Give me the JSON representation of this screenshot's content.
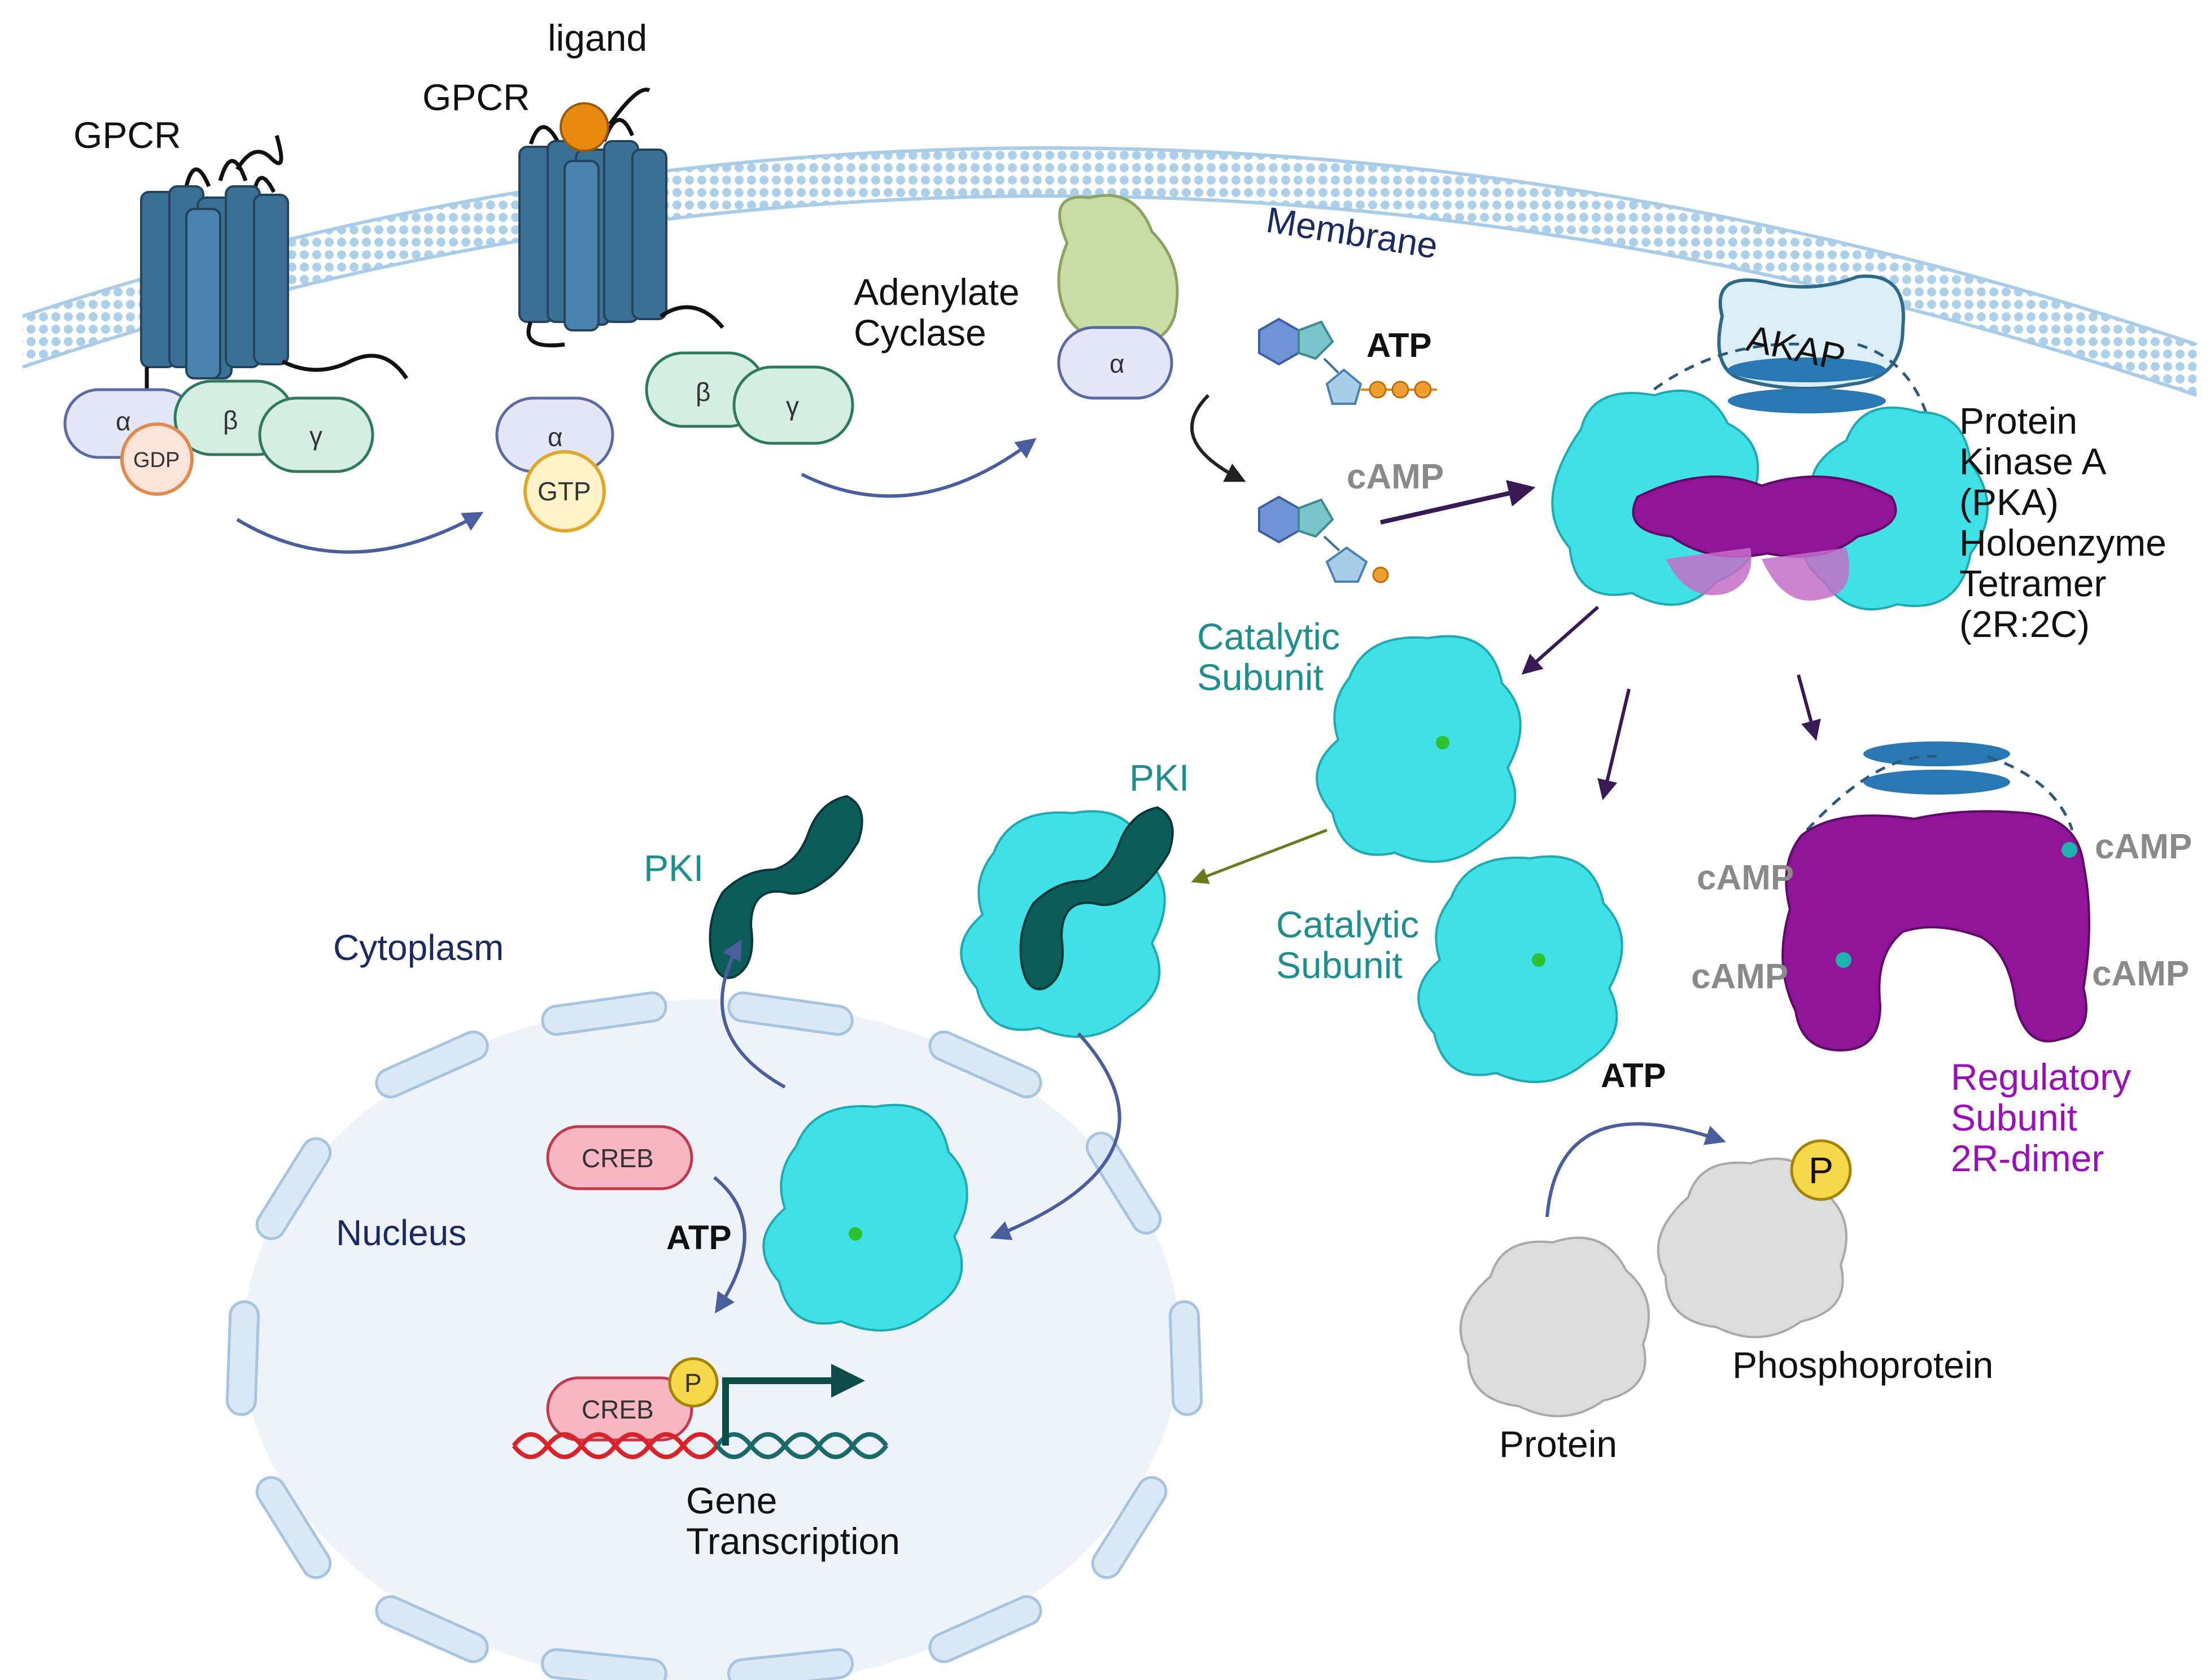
{
  "labels": {
    "gpcr_left": "GPCR",
    "gpcr_right": "GPCR",
    "ligand": "ligand",
    "membrane": "Membrane",
    "adenylate": "Adenylate",
    "cyclase": "Cyclase",
    "atp_top": "ATP",
    "camp_top": "cAMP",
    "akap": "AKAP",
    "pka_lines": [
      "Protein",
      "Kinase A",
      "(PKA)",
      "Holoenzyme",
      "Tetramer",
      "(2R:2C)"
    ],
    "catalytic1": [
      "Catalytic",
      "Subunit"
    ],
    "catalytic2": [
      "Catalytic",
      "Subunit"
    ],
    "pki_left": "PKI",
    "pki_right": "PKI",
    "cytoplasm": "Cytoplasm",
    "nucleus": "Nucleus",
    "creb_top": "CREB",
    "creb_bottom": "CREB",
    "atp_nucleus": "ATP",
    "atp_protein": "ATP",
    "gene": [
      "Gene",
      "Transcription"
    ],
    "camp_r1": "cAMP",
    "camp_r2": "cAMP",
    "camp_r3": "cAMP",
    "camp_r4": "cAMP",
    "regulatory": [
      "Regulatory",
      "Subunit",
      "2R-dimer"
    ],
    "protein": "Protein",
    "phosphoprotein": "Phosphoprotein",
    "alpha": "α",
    "beta": "β",
    "gamma": "γ",
    "gdp": "GDP",
    "gtp": "GTP",
    "p": "P"
  },
  "colors": {
    "receptor": "#3a6f96",
    "membrane_dot": "#a9cde9",
    "catalytic": "#3fe0e6",
    "regulatory": "#8f1496",
    "pki": "#0d5c5c",
    "creb": "#f6b6c2",
    "nucleus_fill": "#eef3fa",
    "arrow": "#4a5d9c"
  }
}
